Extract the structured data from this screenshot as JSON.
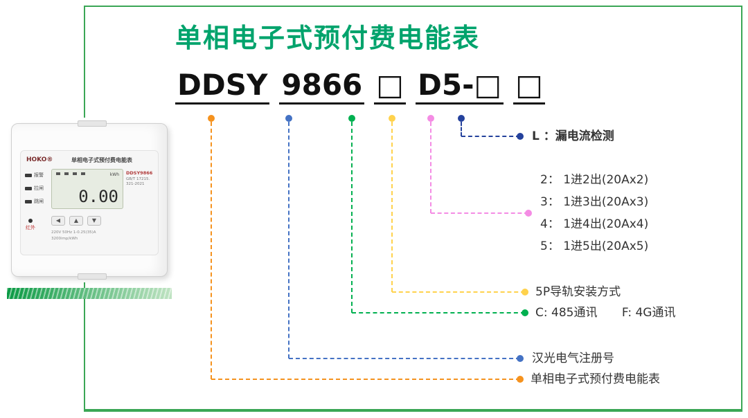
{
  "colors": {
    "frame_green": "#3aa655",
    "title_green": "#00a36c",
    "orange": "#f5921e",
    "blue": "#4472c4",
    "green": "#00b050",
    "yellow": "#ffd24c",
    "pink": "#f48ce4",
    "navy": "#24419c"
  },
  "title": "单相电子式预付费电能表",
  "model": {
    "segments": [
      "DDSY",
      "9866",
      "□",
      "D5-□",
      "□"
    ]
  },
  "callouts": {
    "leakage": {
      "label": "L ：漏电流检测"
    },
    "outputs": {
      "lines": [
        "2： 1进2出(20Ax2)",
        "3： 1进3出(20Ax3)",
        "4： 1进4出(20Ax4)",
        "5： 1进5出(20Ax5)"
      ]
    },
    "mounting": {
      "label": "5P导轨安装方式"
    },
    "comm": {
      "label_c": "C: 485通讯",
      "label_f": "F: 4G通讯"
    },
    "registration": {
      "label": "汉光电气注册号"
    },
    "product": {
      "label": "单相电子式预付费电能表"
    }
  },
  "device": {
    "brand": "HOKO®",
    "panel_title": "单相电子式预付费电能表",
    "indicators": [
      "报警",
      "拉闸",
      "跳闸"
    ],
    "lcd_value": "0.00",
    "lcd_unit": "kWh",
    "model_label": "DDSY9866",
    "standard": "GB/T 17215. 321-2021",
    "spec_line1": "220V 50Hz 1-0.25(35)A",
    "spec_line2": "3200imp/kWh",
    "infrared_label": "红外",
    "buttons": [
      "◀",
      "▲",
      "▼"
    ]
  }
}
